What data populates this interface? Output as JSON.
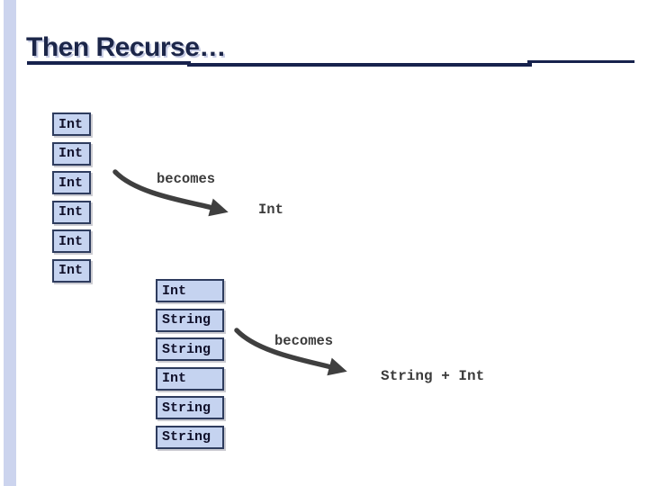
{
  "slide": {
    "title": "Then Recurse…",
    "diagram": {
      "stack1": [
        "Int",
        "Int",
        "Int",
        "Int",
        "Int",
        "Int"
      ],
      "transform1": {
        "label": "becomes",
        "result": "Int"
      },
      "stack2": [
        "Int",
        "String",
        "String",
        "Int",
        "String",
        "String"
      ],
      "transform2": {
        "label": "becomes",
        "result": "String + Int"
      }
    },
    "colors": {
      "title": "#1c2649",
      "underline": "#17224d",
      "accent_bar": "#ccd4ee",
      "box_fill": "#c5d3f0",
      "box_border": "#2e3c5e",
      "arrow": "#3f3f3f"
    }
  }
}
